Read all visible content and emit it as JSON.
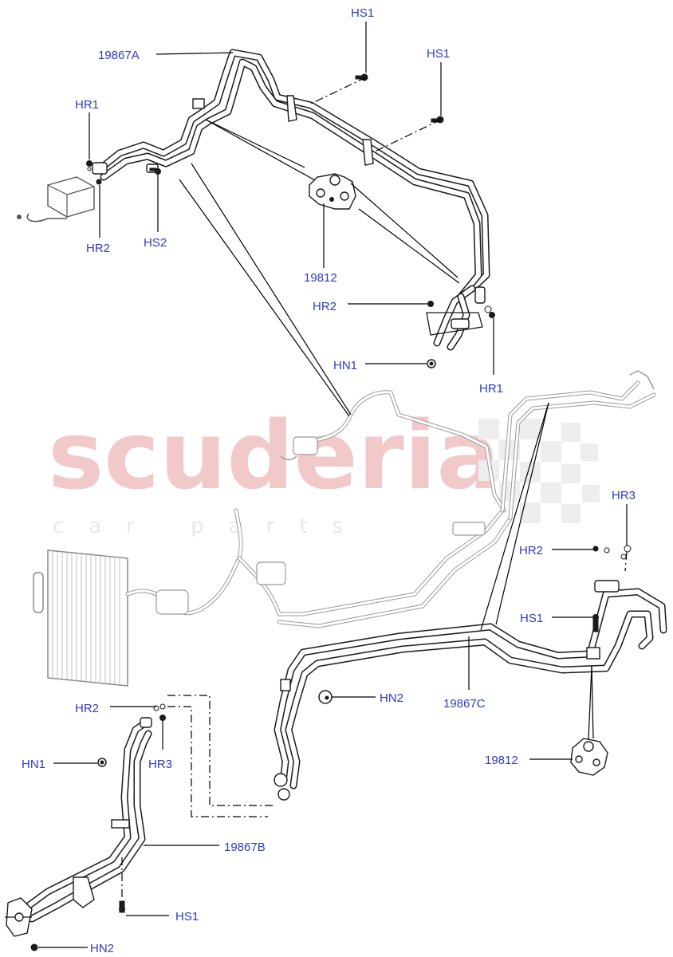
{
  "watermark": {
    "brand": "scuderia",
    "tagline": "car parts",
    "brand_color": "#f2c9c9"
  },
  "label_color": "#2c3cc4",
  "callouts": [
    {
      "id": "19867A",
      "text": "19867A"
    },
    {
      "id": "HS1-top-a",
      "text": "HS1"
    },
    {
      "id": "HS1-top-b",
      "text": "HS1"
    },
    {
      "id": "HR1-top-left",
      "text": "HR1"
    },
    {
      "id": "HR2-top-left",
      "text": "HR2"
    },
    {
      "id": "HS2",
      "text": "HS2"
    },
    {
      "id": "19812-top",
      "text": "19812"
    },
    {
      "id": "HR2-top-right",
      "text": "HR2"
    },
    {
      "id": "HN1-top",
      "text": "HN1"
    },
    {
      "id": "HR1-top-right",
      "text": "HR1"
    },
    {
      "id": "HR3-right",
      "text": "HR3"
    },
    {
      "id": "HR2-right",
      "text": "HR2"
    },
    {
      "id": "HS1-right",
      "text": "HS1"
    },
    {
      "id": "HN2-mid",
      "text": "HN2"
    },
    {
      "id": "19867C",
      "text": "19867C"
    },
    {
      "id": "19812-bottom",
      "text": "19812"
    },
    {
      "id": "HR2-bottom-left",
      "text": "HR2"
    },
    {
      "id": "HN1-bottom-left",
      "text": "HN1"
    },
    {
      "id": "HR3-bottom-left",
      "text": "HR3"
    },
    {
      "id": "19867B",
      "text": "19867B"
    },
    {
      "id": "HS1-bottom",
      "text": "HS1"
    },
    {
      "id": "HN2-bottom",
      "text": "HN2"
    }
  ]
}
